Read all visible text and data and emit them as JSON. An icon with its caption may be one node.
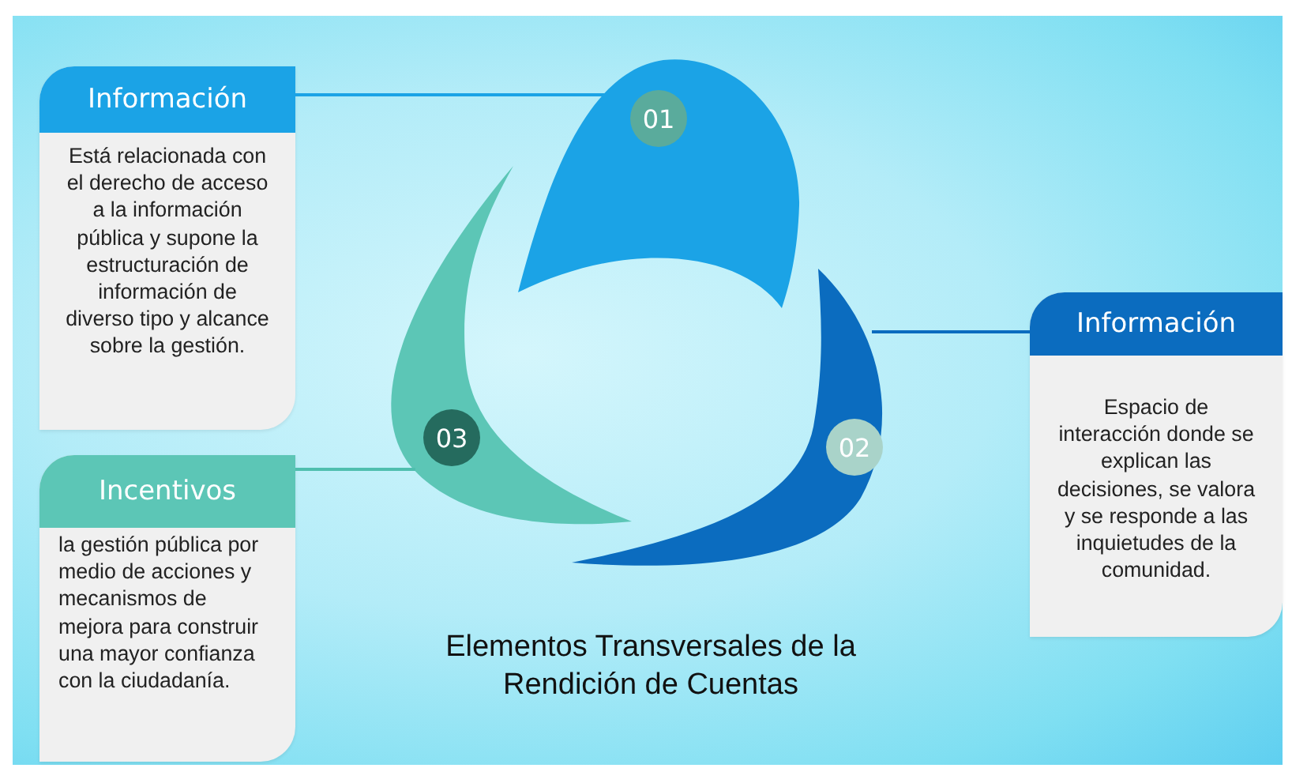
{
  "diagram": {
    "title": "Elementos Transversales de la Rendición de Cuentas",
    "nodes": [
      {
        "text": [
          "Información",
          "Está relacionada con el derecho de acceso a la información pública y supone la estructuración de información de diverso tipo y alcance sobre la gestión."
        ]
      },
      {
        "text": [
          "Información",
          "Espacio de interacción donde se explican las decisiones, se valora y se responde a las inquietudes de la comunidad."
        ]
      },
      {
        "text": [
          "Incentivos",
          "la gestión pública por medio de acciones y mecanismos de mejora para construir una mayor confianza con la ciudadanía."
        ]
      },
      {
        "text": [
          "01"
        ]
      },
      {
        "text": [
          "02"
        ]
      },
      {
        "text": [
          "03"
        ]
      }
    ],
    "edges": [
      {
        "from": 0,
        "to": 3,
        "arrow": "none",
        "color": "#1ba3e6"
      },
      {
        "from": 4,
        "to": 1,
        "arrow": "none",
        "color": "#0b6cbf"
      },
      {
        "from": 2,
        "to": 5,
        "arrow": "none",
        "color": "#4fbfae"
      }
    ]
  }
}
